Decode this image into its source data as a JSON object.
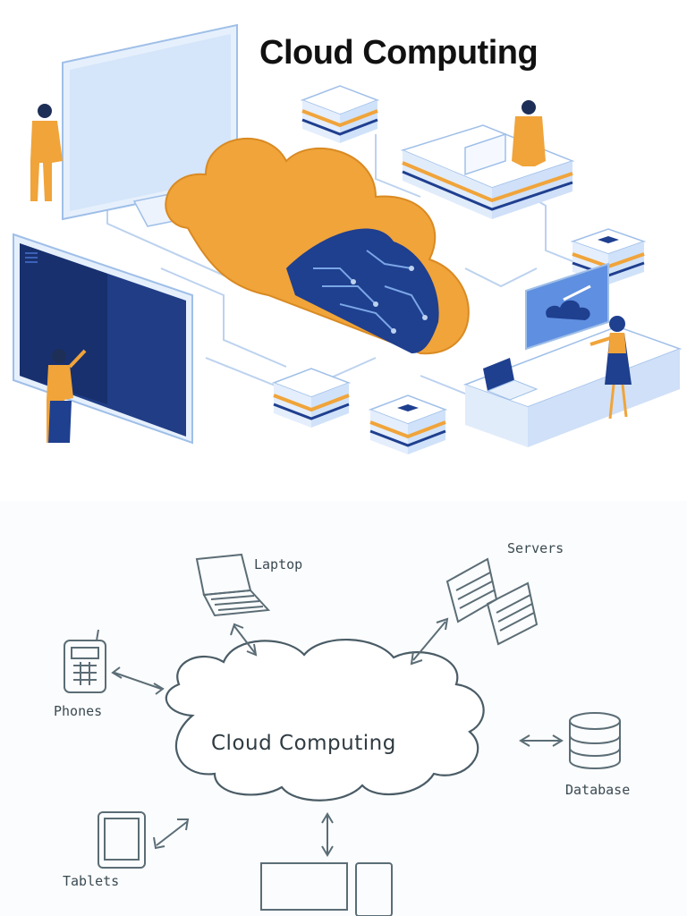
{
  "illustration": {
    "title": "Cloud Computing"
  },
  "sketch": {
    "center_label": "Cloud Computing",
    "nodes": {
      "laptop": "Laptop",
      "servers": "Servers",
      "phones": "Phones",
      "database": "Database",
      "tablets": "Tablets"
    }
  },
  "colors": {
    "orange": "#f0a43a",
    "orange_dark": "#d98a22",
    "navy": "#1f3f8f",
    "blue_light": "#dbe9fb",
    "blue_mid": "#7aa6e6",
    "sketch_line": "#5b6d76"
  }
}
